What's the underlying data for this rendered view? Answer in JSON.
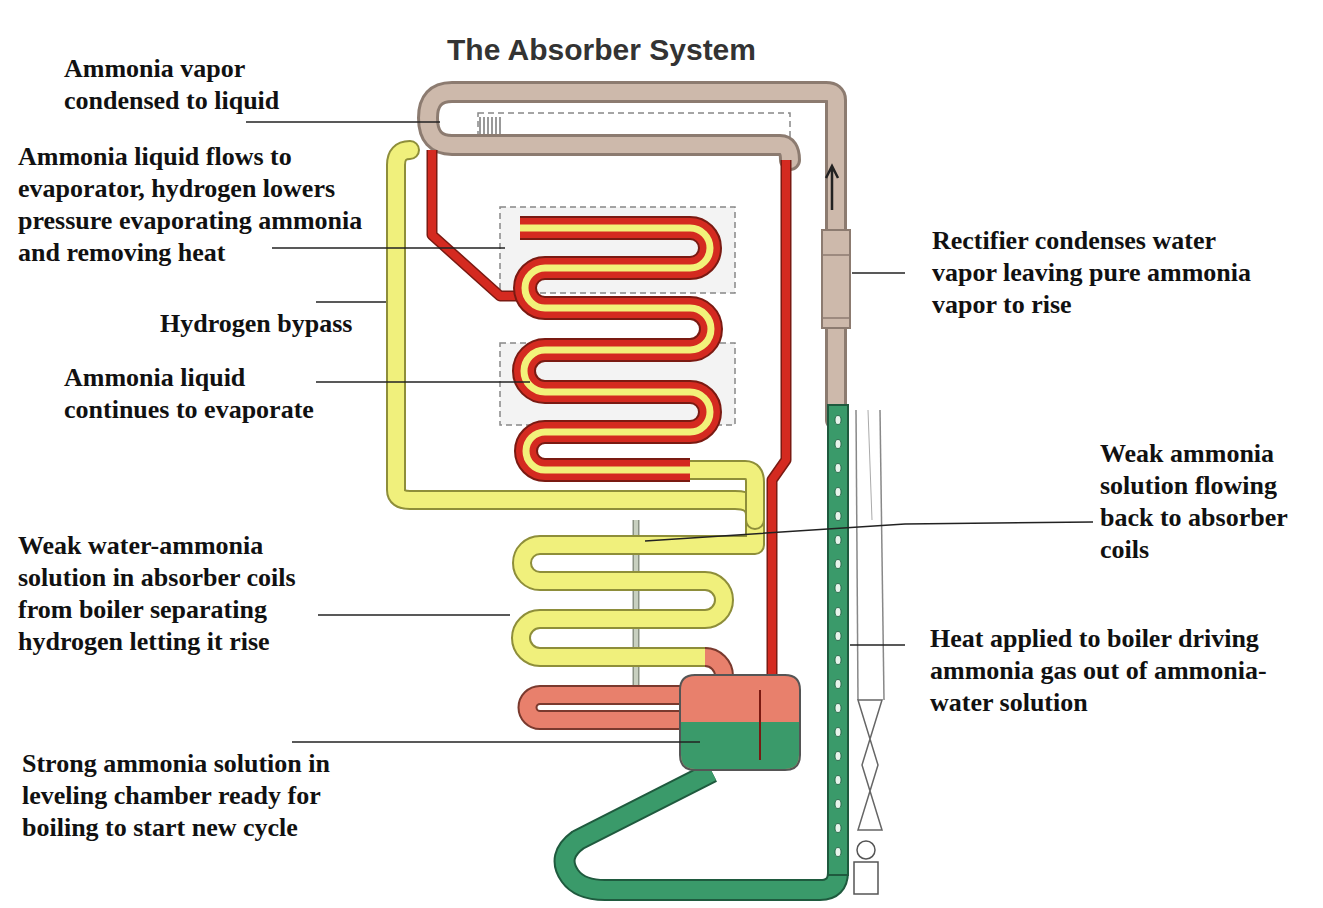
{
  "diagram": {
    "title": "The Absorber System",
    "labels": [
      "Ammonia vapor condensed to liquid",
      "Ammonia liquid flows to evaporator, hydrogen lowers pressure evaporating ammonia and removing heat",
      "Hydrogen bypass",
      "Ammonia liquid continues to evaporate",
      "Weak water-ammonia solution in absorber coils from boiler separating hydrogen letting it rise",
      "Strong ammonia solution in leveling chamber ready for boiling to start new cycle",
      "Rectifier condenses water vapor leaving pure ammonia vapor to rise",
      "Weak ammonia solution flowing back to absorber coils",
      "Heat applied to boiler driving ammonia gas out of ammonia-water solution"
    ]
  }
}
